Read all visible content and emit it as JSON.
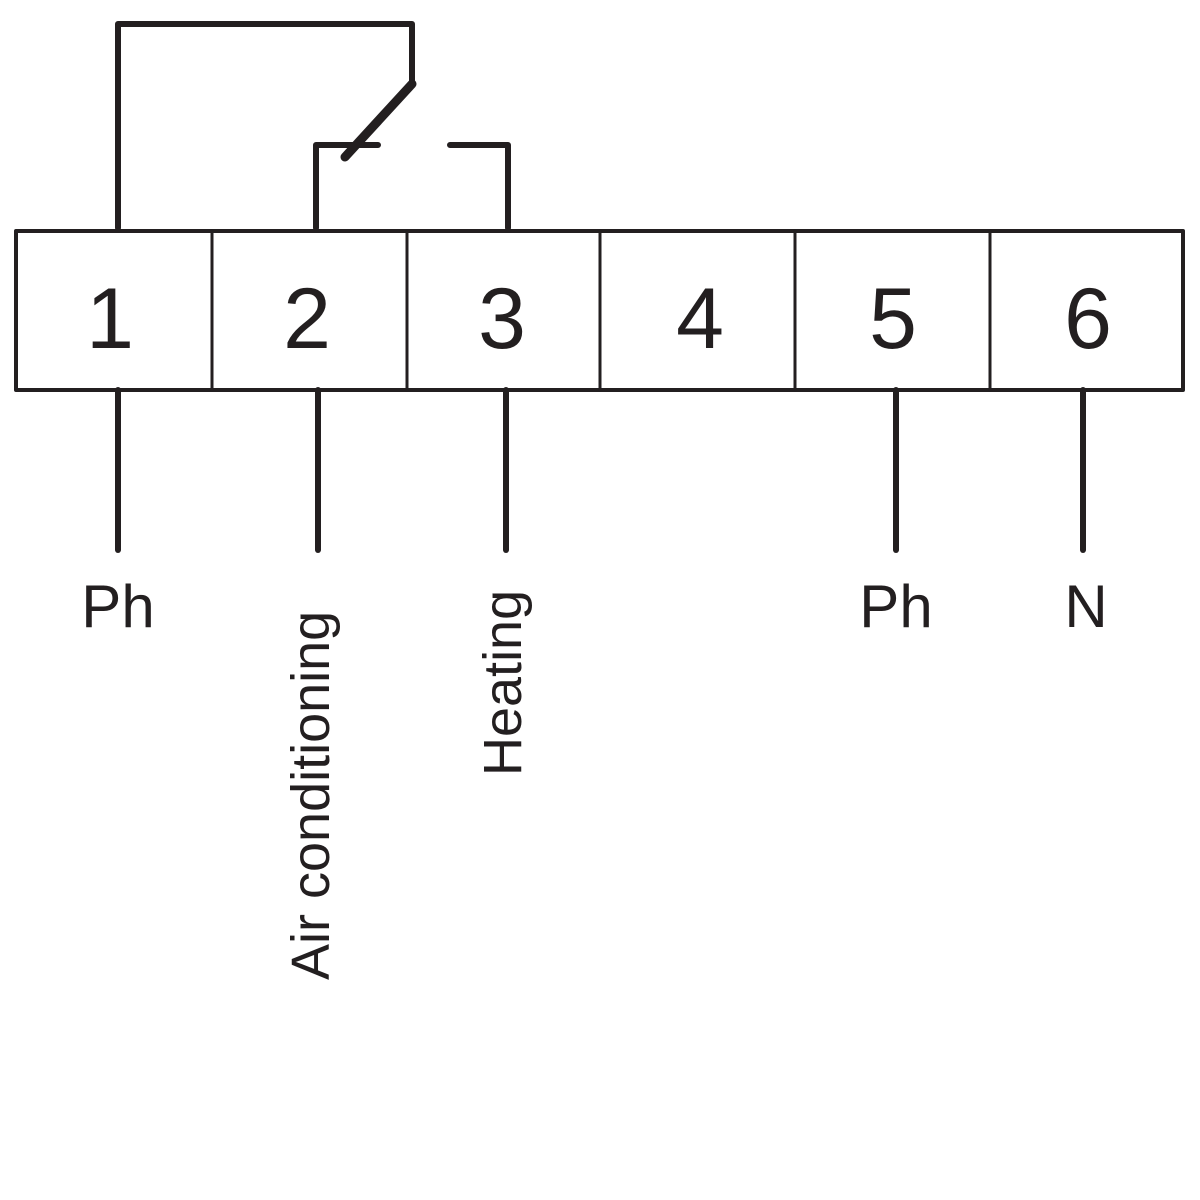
{
  "terminals": [
    "1",
    "2",
    "3",
    "4",
    "5",
    "6"
  ],
  "labels": {
    "t1": "Ph",
    "t2": "Air conditioning",
    "t3": "Heating",
    "t5": "Ph",
    "t6": "N"
  },
  "colors": {
    "line": "#231f20",
    "background": "#ffffff"
  }
}
